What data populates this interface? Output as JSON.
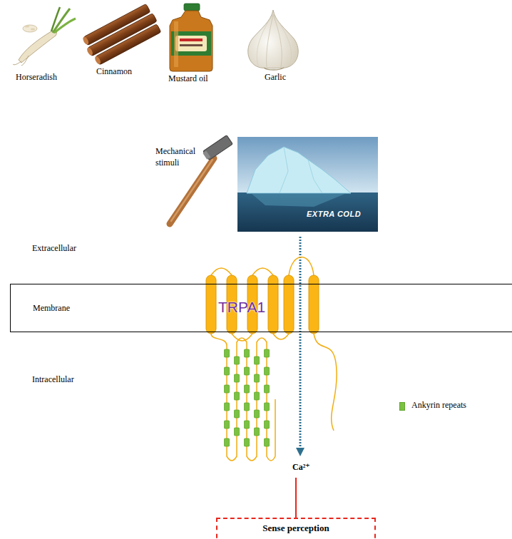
{
  "diagram": {
    "nodes": [
      {
        "text": [
          "Membrane"
        ]
      },
      {
        "text": [
          "Sense perception"
        ]
      }
    ],
    "labels": [
      "Horseradish",
      "Cinnamon",
      "Mustard oil",
      "Garlic",
      "Mechanical stimuli",
      "EXTRA COLD",
      "Extracellular",
      "TRPA1",
      "Ca²⁺",
      "Intracellular"
    ],
    "legend": [
      {
        "text": "Ankyrin repeats",
        "color": "#7cc242"
      }
    ]
  }
}
